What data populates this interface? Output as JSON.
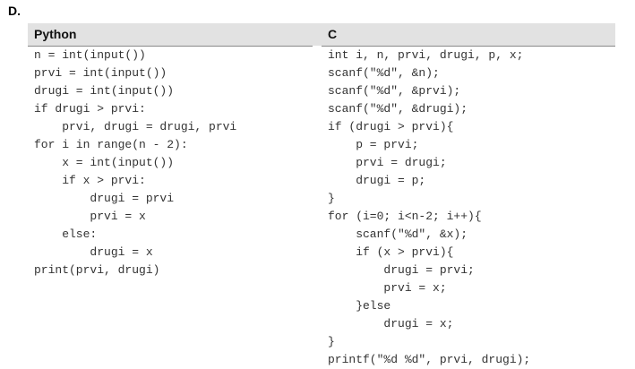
{
  "option_label": "D.",
  "columns": {
    "python": {
      "header": "Python",
      "lines": [
        "n = int(input())",
        "prvi = int(input())",
        "drugi = int(input())",
        "if drugi > prvi:",
        "    prvi, drugi = drugi, prvi",
        "for i in range(n - 2):",
        "    x = int(input())",
        "    if x > prvi:",
        "        drugi = prvi",
        "        prvi = x",
        "    else:",
        "        drugi = x",
        "print(prvi, drugi)"
      ]
    },
    "c": {
      "header": "C",
      "lines": [
        "int i, n, prvi, drugi, p, x;",
        "scanf(\"%d\", &n);",
        "scanf(\"%d\", &prvi);",
        "scanf(\"%d\", &drugi);",
        "if (drugi > prvi){",
        "    p = prvi;",
        "    prvi = drugi;",
        "    drugi = p;",
        "}",
        "for (i=0; i<n-2; i++){",
        "    scanf(\"%d\", &x);",
        "    if (x > prvi){",
        "        drugi = prvi;",
        "        prvi = x;",
        "    }else",
        "        drugi = x;",
        "}",
        "printf(\"%d %d\", prvi, drugi);"
      ]
    }
  }
}
